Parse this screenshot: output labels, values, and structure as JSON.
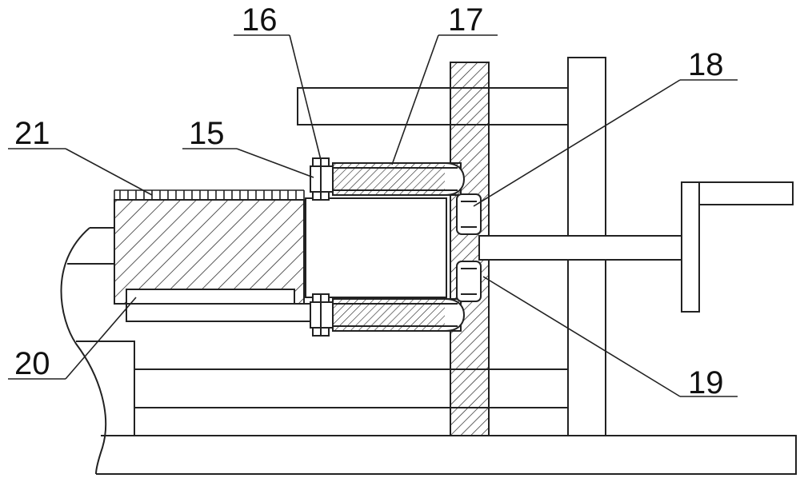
{
  "labels": {
    "l15": "15",
    "l16": "16",
    "l17": "17",
    "l18": "18",
    "l19": "19",
    "l20": "20",
    "l21": "21"
  }
}
